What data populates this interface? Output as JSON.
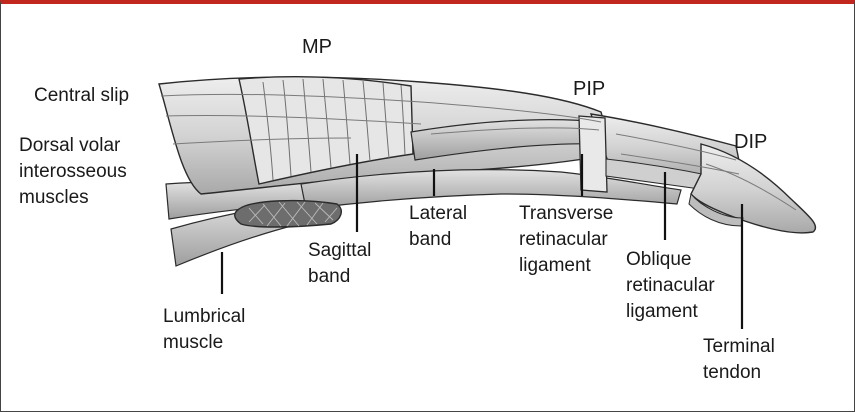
{
  "figure": {
    "colors": {
      "frame_top": "#c2271e",
      "tendon_fill": "#d9d9d9",
      "tendon_shade": "#b8b8b8",
      "outline": "#2b2b2b",
      "text": "#1a1a1a"
    },
    "labels": {
      "mp": "MP",
      "pip": "PIP",
      "dip": "DIP",
      "central_slip": "Central slip",
      "dorsal_volar_interosseous": "Dorsal volar\ninterosseous\nmuscles",
      "lumbrical_muscle": "Lumbrical\nmuscle",
      "sagittal_band": "Sagittal\nband",
      "lateral_band": "Lateral\nband",
      "transverse_retinacular_ligament": "Transverse\nretinacular\nligament",
      "oblique_retinacular_ligament": "Oblique\nretinacular\nligament",
      "terminal_tendon": "Terminal\ntendon"
    }
  }
}
